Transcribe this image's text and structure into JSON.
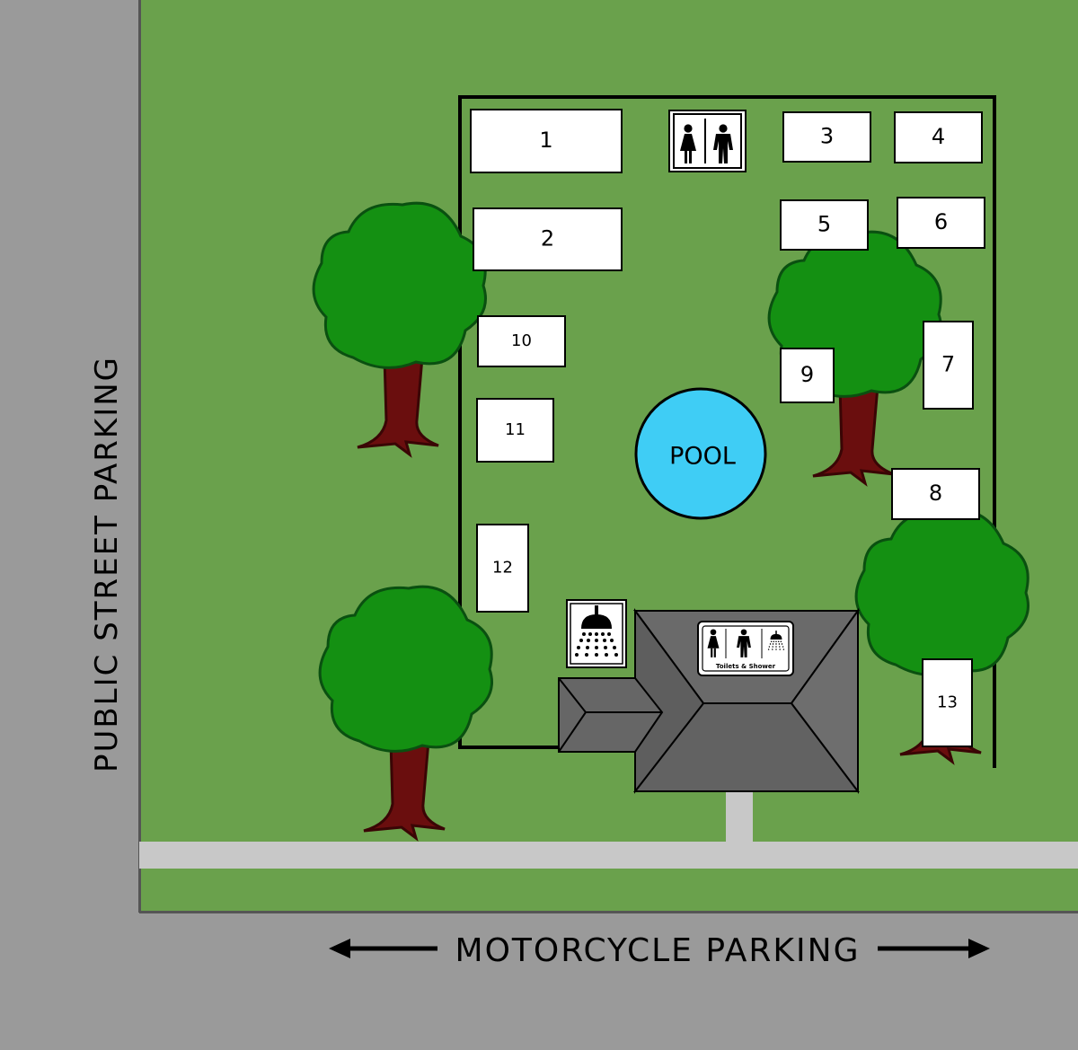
{
  "map": {
    "left_label": "PUBLIC STREET PARKING",
    "bottom_label": "MOTORCYCLE PARKING",
    "pool_label": "POOL",
    "building_sign_text": "Toilets & Shower",
    "sites": [
      "1",
      "2",
      "3",
      "4",
      "5",
      "6",
      "7",
      "8",
      "9",
      "10",
      "11",
      "12",
      "13"
    ],
    "icons": [
      "women-restroom-icon",
      "men-restroom-icon",
      "shower-icon"
    ],
    "colors": {
      "grass": "#6aa14c",
      "surround": "#9a9a9a",
      "path": "#c8c8c8",
      "pool": "#3fcdf5",
      "roof": "#666666",
      "tree_canopy": "#149012",
      "tree_trunk": "#6a0e0e"
    }
  }
}
